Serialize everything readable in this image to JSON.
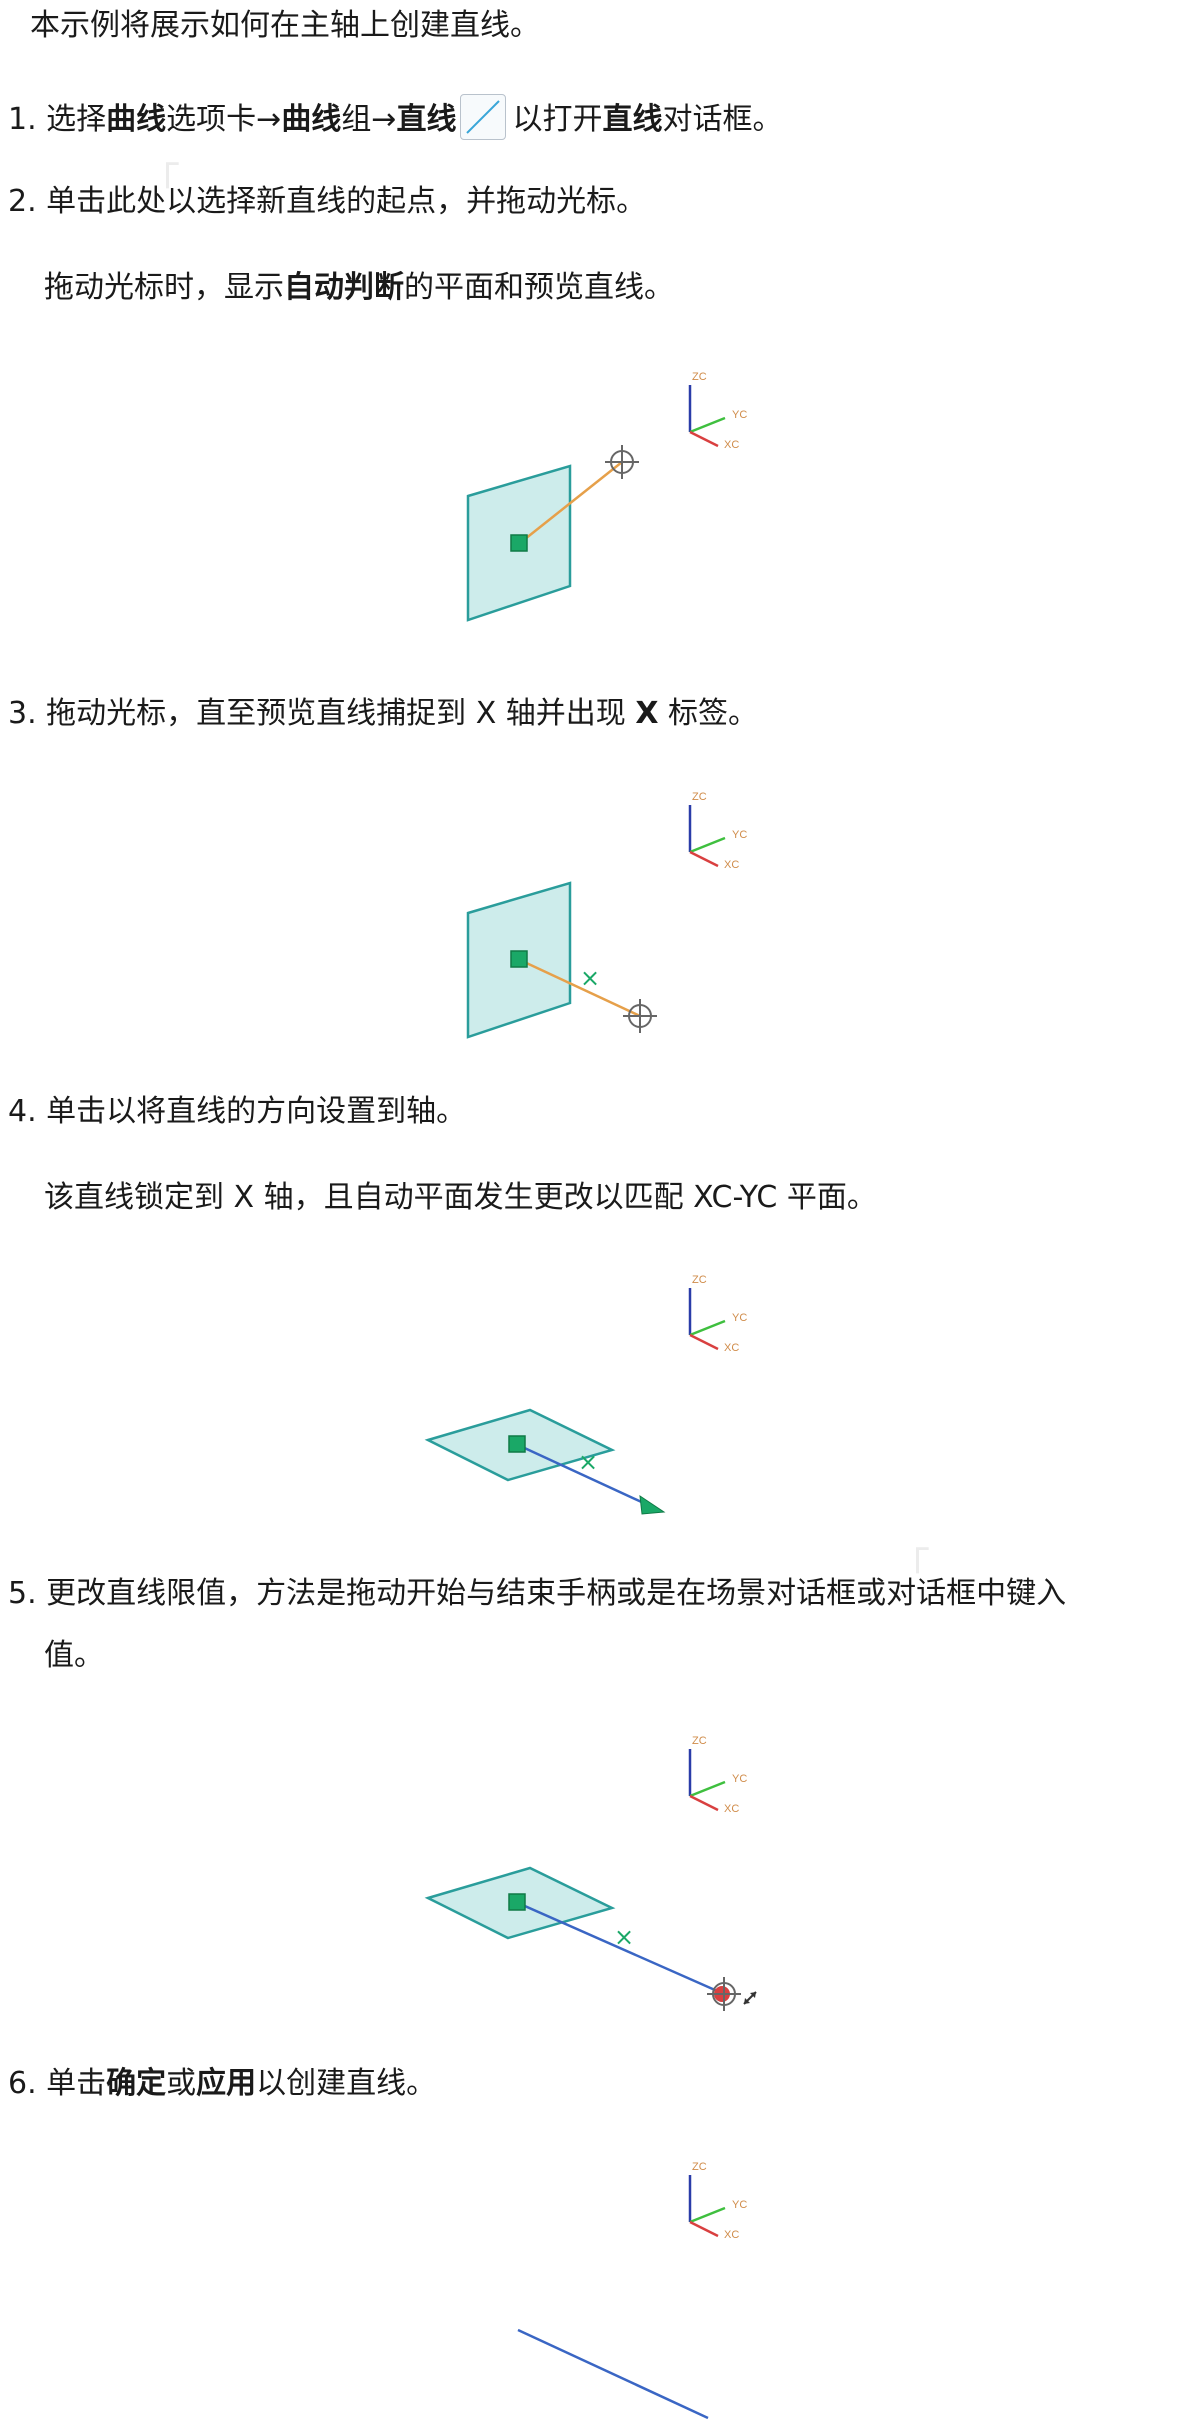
{
  "intro": "本示例将展示如何在主轴上创建直线。",
  "steps": [
    {
      "num": "1.",
      "p1": "选择",
      "b1": "曲线",
      "p2": "选项卡→",
      "b2": "曲线",
      "p3": "组→",
      "b3": "直线",
      "p4": "以打开",
      "b4": "直线",
      "p5": "对话框。"
    },
    {
      "num": "2.",
      "text": "单击此处以选择新直线的起点，并拖动光标。"
    },
    {
      "num": "3.",
      "p1": "拖动光标，直至预览直线捕捉到 X 轴并出现 ",
      "b1": "X",
      "p2": " 标签。"
    },
    {
      "num": "4.",
      "text": "单击以将直线的方向设置到轴。"
    },
    {
      "num": "5.",
      "line1": "更改直线限值，方法是拖动开始与结束手柄或是在场景对话框或对话框中键入",
      "line2": "值。"
    },
    {
      "num": "6.",
      "p1": "单击",
      "b1": "确定",
      "p2": "或",
      "b2": "应用",
      "p3": "以创建直线。"
    }
  ],
  "notes": {
    "step2": {
      "p1": "拖动光标时，显示",
      "b1": "自动判断",
      "p2": "的平面和预览直线。"
    },
    "step4": "该直线锁定到 X 轴，且自动平面发生更改以匹配 XC-YC 平面。"
  },
  "axis_labels": {
    "zc": "ZC",
    "yc": "YC",
    "xc": "XC"
  },
  "x_marker": "×",
  "colors": {
    "plane_fill": "#cdeceb",
    "plane_stroke": "#2a9d9b",
    "preview_line": "#e6a04a",
    "axis_line": "#3a66c4",
    "point": "#1aa867",
    "zc_axis": "#2a3ca8",
    "yc_axis": "#3fbf3f",
    "xc_axis": "#d94040",
    "label": "#d08c4a"
  }
}
